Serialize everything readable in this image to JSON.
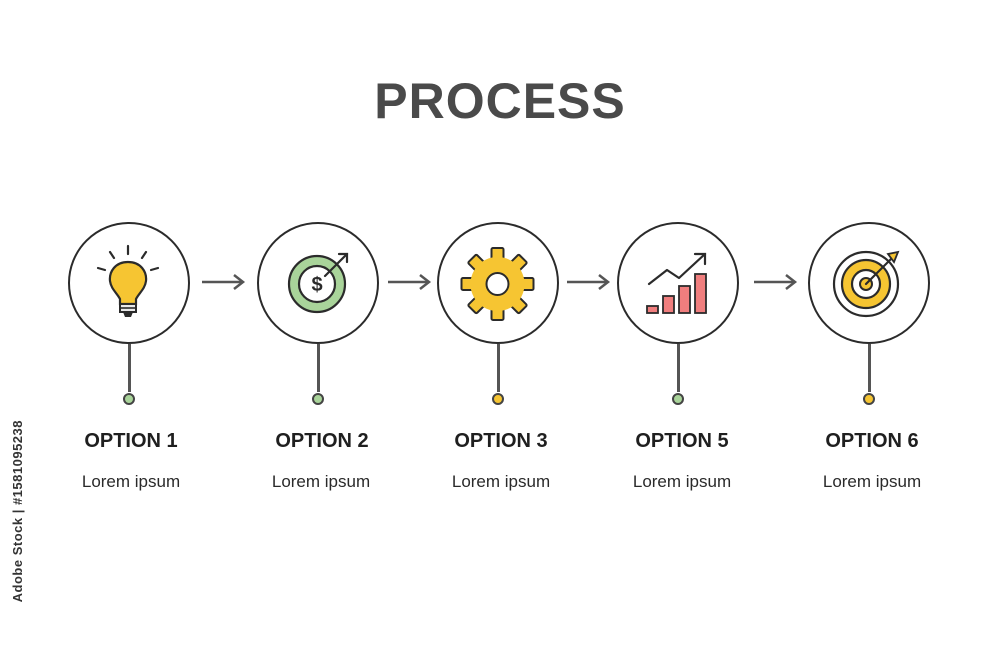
{
  "title": "PROCESS",
  "watermark_id": "Adobe Stock | #1581095238",
  "colors": {
    "yellow": "#f6c532",
    "green": "#a9d49a",
    "red": "#f07e7e",
    "outline": "#2b2b2b"
  },
  "steps": [
    {
      "label": "OPTION 1",
      "description": "Lorem ipsum",
      "icon": "lightbulb-icon",
      "dot_color": "#a9d49a"
    },
    {
      "label": "OPTION 2",
      "description": "Lorem ipsum",
      "icon": "dollar-target-icon",
      "dot_color": "#a9d49a"
    },
    {
      "label": "OPTION 3",
      "description": "Lorem ipsum",
      "icon": "gear-icon",
      "dot_color": "#f6c532"
    },
    {
      "label": "OPTION 5",
      "description": "Lorem ipsum",
      "icon": "growth-chart-icon",
      "dot_color": "#a9d49a"
    },
    {
      "label": "OPTION 6",
      "description": "Lorem ipsum",
      "icon": "bullseye-icon",
      "dot_color": "#f6c532"
    }
  ]
}
